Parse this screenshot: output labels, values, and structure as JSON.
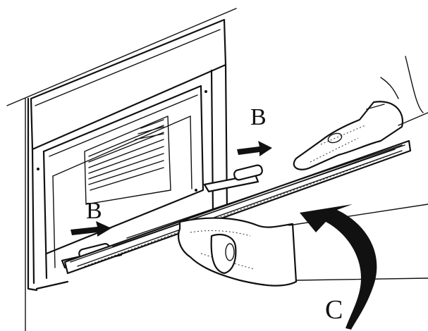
{
  "figure": {
    "description_labels": {
      "b_right": "B",
      "b_left": "B",
      "c": "C"
    },
    "icons": {
      "oven": "oven-icon",
      "tray": "baking-tray-icon",
      "gloves": "oven-glove-icon",
      "arrow_b": "arrow-right-icon",
      "arrow_c": "curved-arrow-icon"
    },
    "colors": {
      "line": "#111111",
      "background": "#ffffff"
    }
  }
}
